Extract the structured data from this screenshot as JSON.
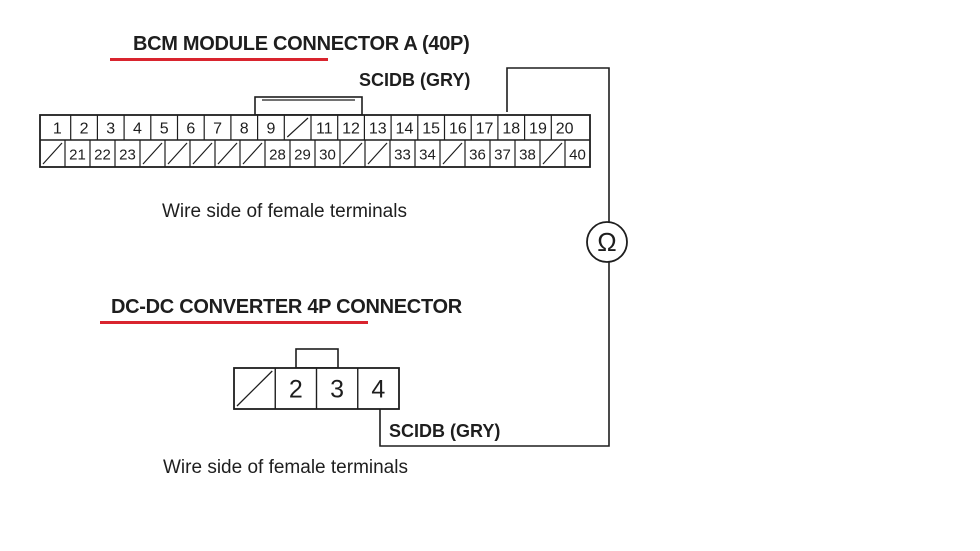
{
  "bcm": {
    "title": "BCM MODULE CONNECTOR A (40P)",
    "wire_label": "SCIDB (GRY)",
    "caption": "Wire side of female terminals",
    "row1": [
      "1",
      "2",
      "3",
      "4",
      "5",
      "6",
      "7",
      "8",
      "9",
      "",
      "11",
      "12",
      "13",
      "14",
      "15",
      "16",
      "17",
      "18",
      "19",
      "20"
    ],
    "row2": [
      "",
      "21",
      "22",
      "23",
      "",
      "",
      "",
      "",
      "",
      "28",
      "29",
      "30",
      "",
      "",
      "33",
      "34",
      "",
      "36",
      "37",
      "38",
      "",
      "40"
    ]
  },
  "dcdc": {
    "title": "DC-DC CONVERTER 4P CONNECTOR",
    "wire_label": "SCIDB (GRY)",
    "caption": "Wire side of female terminals",
    "terminals": [
      "",
      "2",
      "3",
      "4"
    ]
  },
  "meter": {
    "symbol": "Ω"
  },
  "colors": {
    "underline": "#d9242e",
    "line": "#1e1e1e"
  }
}
